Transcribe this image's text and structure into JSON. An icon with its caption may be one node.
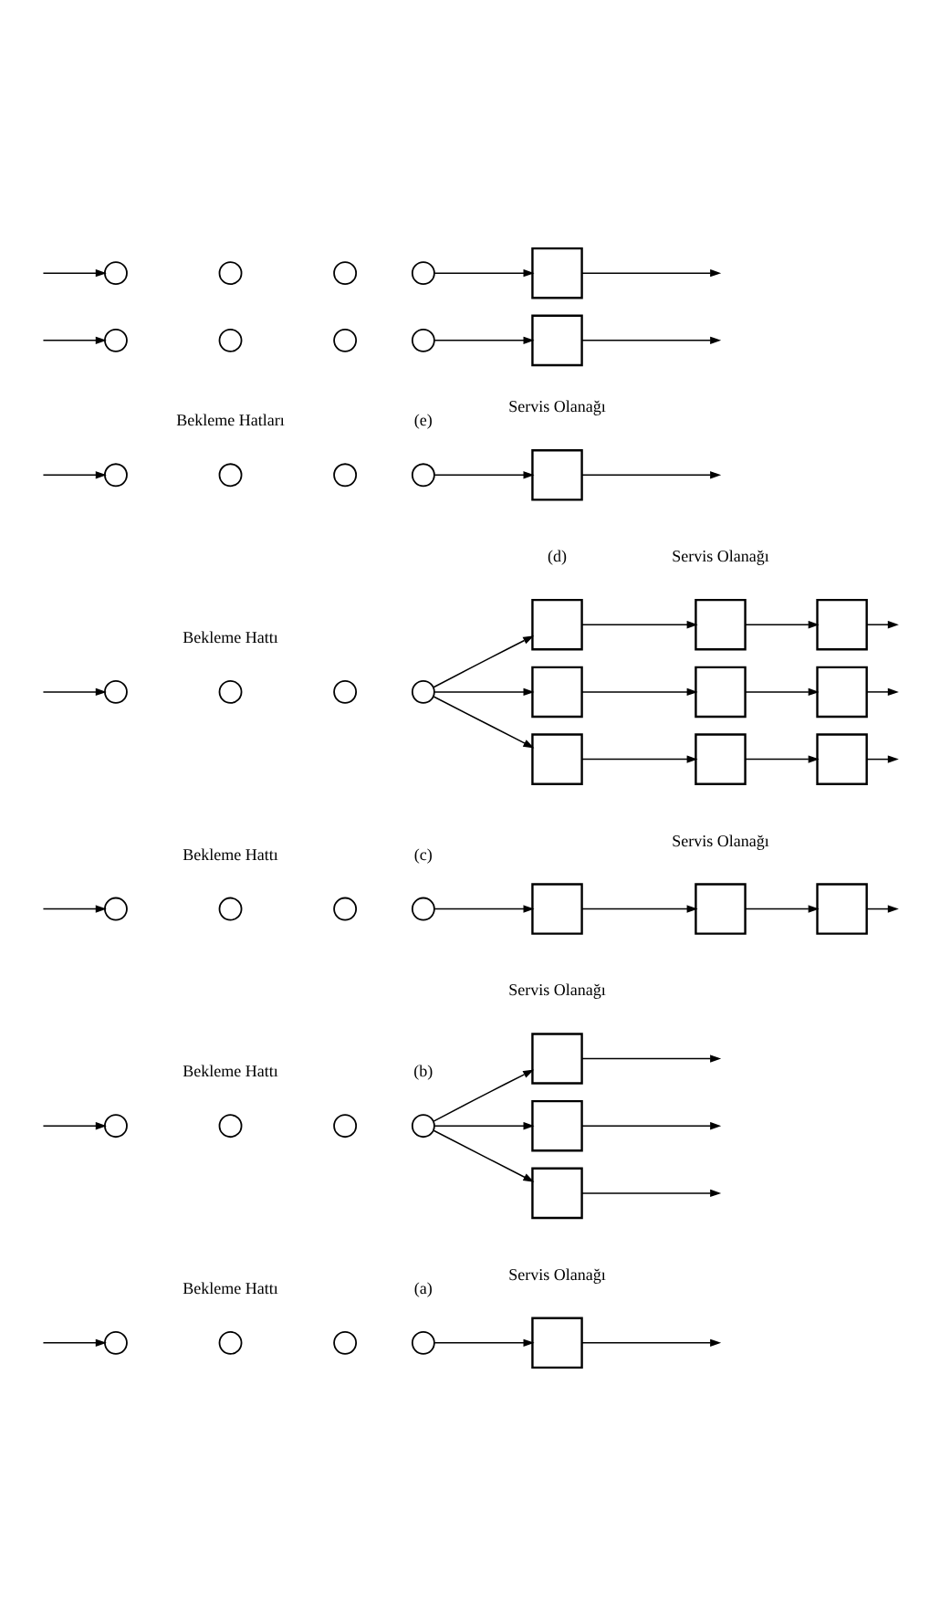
{
  "diagram": {
    "nodes": [
      {
        "text": [],
        "shape": "circle"
      },
      {
        "text": [],
        "shape": "circle"
      },
      {
        "text": [],
        "shape": "circle"
      },
      {
        "text": [],
        "shape": "circle"
      },
      {
        "text": [],
        "shape": "box"
      },
      {
        "text": [],
        "shape": "circle"
      },
      {
        "text": [],
        "shape": "circle"
      },
      {
        "text": [],
        "shape": "circle"
      },
      {
        "text": [],
        "shape": "circle"
      },
      {
        "text": [],
        "shape": "box"
      },
      {
        "text": [],
        "shape": "box"
      },
      {
        "text": [],
        "shape": "box"
      },
      {
        "text": [],
        "shape": "circle"
      },
      {
        "text": [],
        "shape": "circle"
      },
      {
        "text": [],
        "shape": "circle"
      },
      {
        "text": [],
        "shape": "circle"
      },
      {
        "text": [],
        "shape": "box"
      },
      {
        "text": [],
        "shape": "box"
      },
      {
        "text": [],
        "shape": "box"
      },
      {
        "text": [],
        "shape": "circle"
      },
      {
        "text": [],
        "shape": "circle"
      },
      {
        "text": [],
        "shape": "circle"
      },
      {
        "text": [],
        "shape": "circle"
      },
      {
        "text": [],
        "shape": "box"
      },
      {
        "text": [],
        "shape": "box"
      },
      {
        "text": [],
        "shape": "box"
      },
      {
        "text": [],
        "shape": "box"
      },
      {
        "text": [],
        "shape": "box"
      },
      {
        "text": [],
        "shape": "box"
      },
      {
        "text": [],
        "shape": "box"
      },
      {
        "text": [],
        "shape": "box"
      },
      {
        "text": [],
        "shape": "box"
      },
      {
        "text": [],
        "shape": "circle"
      },
      {
        "text": [],
        "shape": "circle"
      },
      {
        "text": [],
        "shape": "circle"
      },
      {
        "text": [],
        "shape": "circle"
      },
      {
        "text": [],
        "shape": "box"
      },
      {
        "text": [],
        "shape": "circle"
      },
      {
        "text": [],
        "shape": "circle"
      },
      {
        "text": [],
        "shape": "circle"
      },
      {
        "text": [],
        "shape": "circle"
      },
      {
        "text": [],
        "shape": "box"
      },
      {
        "text": [],
        "shape": "circle"
      },
      {
        "text": [],
        "shape": "circle"
      },
      {
        "text": [],
        "shape": "circle"
      },
      {
        "text": [],
        "shape": "circle"
      },
      {
        "text": [],
        "shape": "box"
      }
    ],
    "edges": [
      {
        "from": null,
        "to": 0,
        "arrow": "to"
      },
      {
        "from": 3,
        "to": 4,
        "arrow": "to"
      },
      {
        "from": 4,
        "to": null,
        "arrow": "to"
      },
      {
        "from": null,
        "to": 5,
        "arrow": "to"
      },
      {
        "from": 8,
        "to": 9,
        "arrow": "to"
      },
      {
        "from": 8,
        "to": 10,
        "arrow": "to"
      },
      {
        "from": 8,
        "to": 11,
        "arrow": "to"
      },
      {
        "from": 9,
        "to": null,
        "arrow": "to"
      },
      {
        "from": 10,
        "to": null,
        "arrow": "to"
      },
      {
        "from": 11,
        "to": null,
        "arrow": "to"
      },
      {
        "from": null,
        "to": 12,
        "arrow": "to"
      },
      {
        "from": 15,
        "to": 16,
        "arrow": "to"
      },
      {
        "from": 16,
        "to": 17,
        "arrow": "to"
      },
      {
        "from": 17,
        "to": 18,
        "arrow": "to"
      },
      {
        "from": 18,
        "to": null,
        "arrow": "to"
      },
      {
        "from": null,
        "to": 19,
        "arrow": "to"
      },
      {
        "from": 22,
        "to": 23,
        "arrow": "to"
      },
      {
        "from": 22,
        "to": 26,
        "arrow": "to"
      },
      {
        "from": 22,
        "to": 29,
        "arrow": "to"
      },
      {
        "from": 23,
        "to": 24,
        "arrow": "to"
      },
      {
        "from": 24,
        "to": 25,
        "arrow": "to"
      },
      {
        "from": 25,
        "to": null,
        "arrow": "to"
      },
      {
        "from": 26,
        "to": 27,
        "arrow": "to"
      },
      {
        "from": 27,
        "to": 28,
        "arrow": "to"
      },
      {
        "from": 28,
        "to": null,
        "arrow": "to"
      },
      {
        "from": 29,
        "to": 30,
        "arrow": "to"
      },
      {
        "from": 30,
        "to": 31,
        "arrow": "to"
      },
      {
        "from": 31,
        "to": null,
        "arrow": "to"
      },
      {
        "from": null,
        "to": 32,
        "arrow": "to"
      },
      {
        "from": 35,
        "to": 36,
        "arrow": "to"
      },
      {
        "from": 36,
        "to": null,
        "arrow": "to"
      },
      {
        "from": null,
        "to": 37,
        "arrow": "to"
      },
      {
        "from": 40,
        "to": 41,
        "arrow": "to"
      },
      {
        "from": 41,
        "to": null,
        "arrow": "to"
      },
      {
        "from": null,
        "to": 42,
        "arrow": "to"
      },
      {
        "from": 45,
        "to": 46,
        "arrow": "to"
      },
      {
        "from": 46,
        "to": null,
        "arrow": "to"
      }
    ],
    "labels": [
      "Bekleme Hattı",
      "Servis Olanağı",
      "(a)",
      "Bekleme Hattı",
      "Servis Olanağı",
      "(b)",
      "Bekleme Hattı",
      "Servis Olanağı",
      "(c)",
      "Bekleme Hattı",
      "(d)",
      "Servis Olanağı",
      "Bekleme Hatları",
      "(e)",
      "Servis Olanağı"
    ]
  }
}
